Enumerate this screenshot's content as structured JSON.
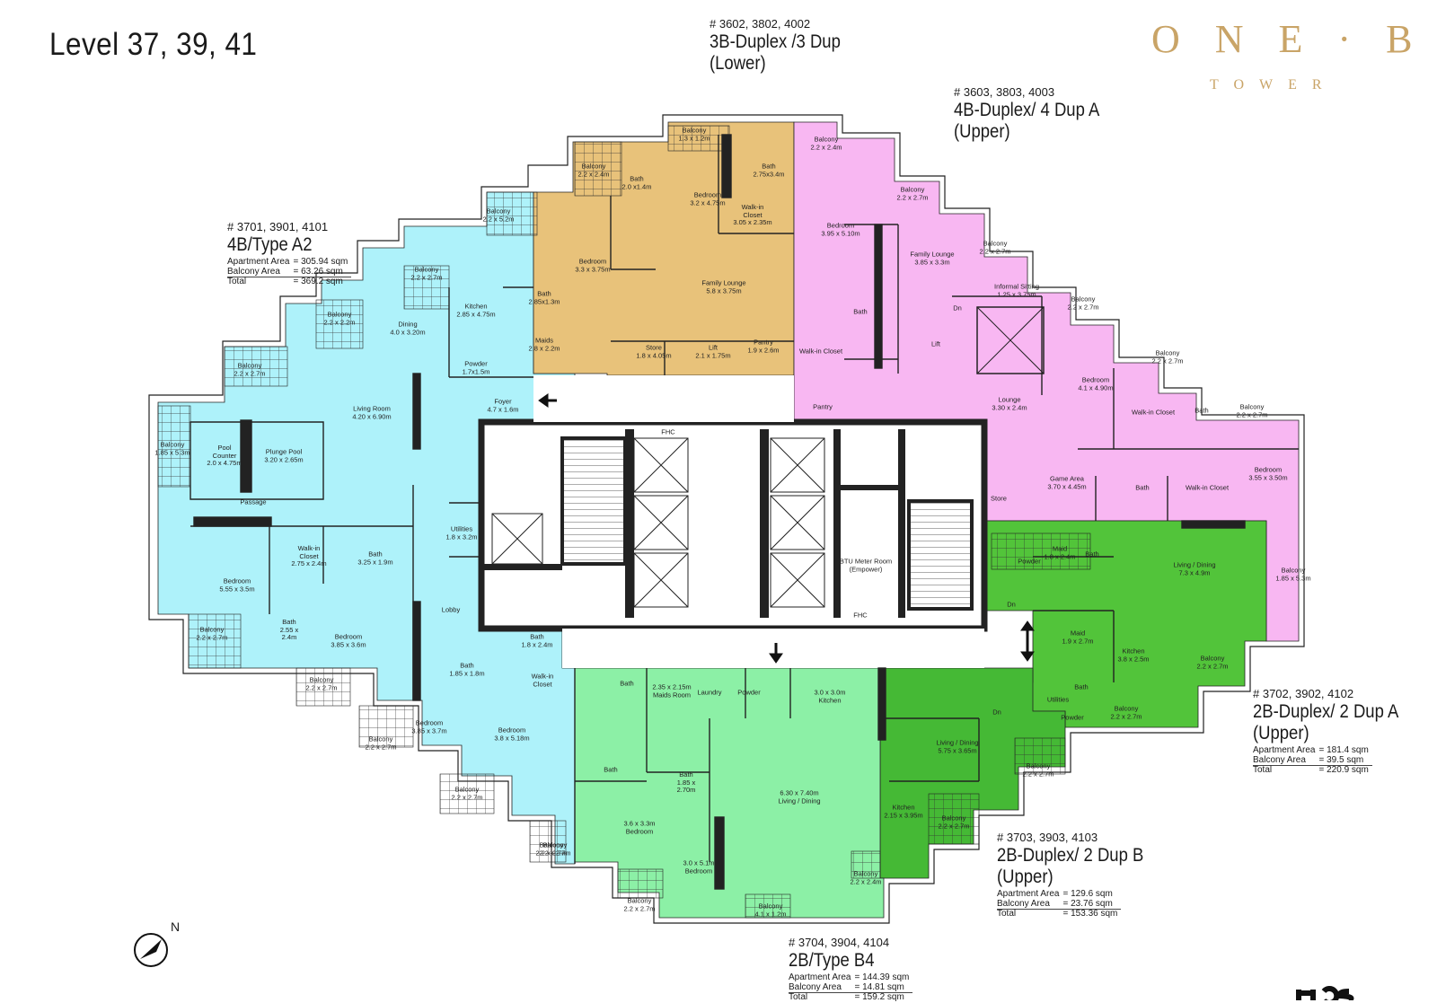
{
  "page": {
    "level_title": "Level 37, 39, 41",
    "logo": {
      "main": "O N E · B",
      "sub": "TOWER"
    },
    "compass_label": "N"
  },
  "colors": {
    "unit_2b_type_b4": "#8cf0a6",
    "unit_4b_type_a2": "#aef2fa",
    "unit_3b_duplex": "#e8c27a",
    "unit_4b_duplex": "#f8b7f2",
    "unit_2b_duplex_a": "#52c43a",
    "unit_2b_duplex_b": "#45b935",
    "core": "#ffffff",
    "logo": "#c9a467"
  },
  "units": [
    {
      "key": "u3b",
      "number": "# 3602, 3802, 4002",
      "type": "3B-Duplex /3 Dup",
      "subtype": "(Lower)"
    },
    {
      "key": "u4bd",
      "number": "# 3603, 3803, 4003",
      "type": "4B-Duplex/ 4 Dup A",
      "subtype": "(Upper)"
    },
    {
      "key": "u4a2",
      "number": "# 3701, 3901, 4101",
      "type": "4B/Type A2",
      "areas": [
        [
          "Apartment Area",
          "= 305.94 sqm"
        ],
        [
          "Balcony Area",
          "= 63.26 sqm"
        ],
        [
          "Total",
          "= 369.2 sqm"
        ]
      ]
    },
    {
      "key": "u2da",
      "number": "# 3702, 3902, 4102",
      "type": "2B-Duplex/ 2 Dup A",
      "subtype": "(Upper)",
      "areas": [
        [
          "Apartment Area",
          "= 181.4 sqm"
        ],
        [
          "Balcony Area",
          "= 39.5 sqm"
        ],
        [
          "Total",
          "= 220.9 sqm"
        ]
      ]
    },
    {
      "key": "u2db",
      "number": "# 3703, 3903, 4103",
      "type": "2B-Duplex/ 2 Dup B",
      "subtype": "(Upper)",
      "areas": [
        [
          "Apartment Area",
          "= 129.6 sqm"
        ],
        [
          "Balcony Area",
          "= 23.76 sqm"
        ],
        [
          "Total",
          "= 153.36 sqm"
        ]
      ]
    },
    {
      "key": "u2b4",
      "number": "# 3704, 3904, 4104",
      "type": "2B/Type B4",
      "areas": [
        [
          "Apartment Area",
          "= 144.39 sqm"
        ],
        [
          "Balcony Area",
          "= 14.81 sqm"
        ],
        [
          "Total",
          "= 159.2 sqm"
        ]
      ]
    }
  ],
  "rooms": {
    "a2_balcony_top": [
      "Balcony",
      "2.2 x 5.2m"
    ],
    "a2_balcony_2": [
      "Balcony",
      "2.2 x 2.2m"
    ],
    "a2_balcony_3": [
      "Balcony",
      "2.2 x 2.7m"
    ],
    "a2_balcony_4": [
      "Balcony",
      "2.2 x 2.7m"
    ],
    "a2_balcony_left": [
      "Balcony",
      "1.85 x 5.3m"
    ],
    "a2_kitchen": [
      "Kitchen",
      "2.85 x 4.75m"
    ],
    "a2_bath_1": [
      "Bath",
      "2.85x1.3m"
    ],
    "a2_maids": [
      "Maids",
      "2.8 x 2.2m"
    ],
    "a2_powder": [
      "Powder",
      "1.7x1.5m"
    ],
    "a2_dining": [
      "Dining",
      "4.0 x 3.20m"
    ],
    "a2_living": [
      "Living Room",
      "4.20 x 6.90m"
    ],
    "a2_foyer": [
      "Foyer",
      "4.7 x 1.6m"
    ],
    "a2_pool_counter": [
      "Pool",
      "Counter",
      "2.0 x 4.75m"
    ],
    "a2_plunge_pool": [
      "Plunge Pool",
      "3.20 x 2.65m"
    ],
    "a2_passage": [
      "Passage"
    ],
    "a2_utilities": [
      "Utilities",
      "1.8 x 3.2m"
    ],
    "a2_walkin_1": [
      "Walk-in",
      "Closet",
      "2.75 x 2.4m"
    ],
    "a2_bath_2": [
      "Bath",
      "3.25 x 1.9m"
    ],
    "a2_bedroom_1": [
      "Bedroom",
      "5.55 x 3.5m"
    ],
    "a2_lobby": [
      "Lobby"
    ],
    "a2_balcony_5": [
      "Balcony",
      "2.2 x 2.7m"
    ],
    "a2_bath_3": [
      "Bath",
      "2.55 x",
      "2.4m"
    ],
    "a2_bedroom_2": [
      "Bedroom",
      "3.85 x 3.6m"
    ],
    "a2_balcony_6": [
      "Balcony",
      "2.2 x 2.7m"
    ],
    "a2_bath_4": [
      "Bath",
      "1.85 x 1.8m"
    ],
    "a2_bath_5": [
      "Bath",
      "1.8 x 2.4m"
    ],
    "a2_walkin_2": [
      "Walk-in",
      "Closet"
    ],
    "a2_bedroom_3": [
      "Bedroom",
      "3.85 x 3.7m"
    ],
    "a2_bedroom_4": [
      "Bedroom",
      "3.8 x 5.18m"
    ],
    "a2_balcony_7": [
      "Balcony",
      "2.2 x 2.7m"
    ],
    "a2_balcony_8": [
      "Balcony",
      "2.2 x 2.7m"
    ],
    "a2_balcony_9": [
      "Balcony",
      "2.2 x 2.7m"
    ],
    "d3_balcony_1": [
      "Balcony",
      "1.3 x 1.2m"
    ],
    "d3_balcony_2": [
      "Balcony",
      "2.2 x 2.4m"
    ],
    "d3_bath_1": [
      "Bath",
      "2.0 x1.4m"
    ],
    "d3_bedroom_1": [
      "Bedroom",
      "3.2 x 4.75m"
    ],
    "d3_bath_2": [
      "Bath",
      "2.75x3.4m"
    ],
    "d3_walkin": [
      "Walk-in",
      "Closet",
      "3.05 x 2.35m"
    ],
    "d3_bedroom_2": [
      "Bedroom",
      "3.3 x 3.75m"
    ],
    "d3_family": [
      "Family Lounge",
      "5.8 x 3.75m"
    ],
    "d3_store": [
      "Store",
      "1.8 x 4.05m"
    ],
    "d3_lift": [
      "Lift",
      "2.1 x 1.75m"
    ],
    "d3_pantry": [
      "Pantry",
      "1.9 x 2.6m"
    ],
    "d4_balcony_1": [
      "Balcony",
      "2.2 x 2.4m"
    ],
    "d4_balcony_2": [
      "Balcony",
      "2.2 x 2.7m"
    ],
    "d4_balcony_3": [
      "Balcony",
      "2.2 x 2.7m"
    ],
    "d4_balcony_4": [
      "Balcony",
      "2.2 x 2.7m"
    ],
    "d4_balcony_5": [
      "Balcony",
      "2.2 x 2.7m"
    ],
    "d4_balcony_6": [
      "Balcony",
      "2.2 x 2.7m"
    ],
    "d4_balcony_7": [
      "Balcony",
      "1.85 x 5.3m"
    ],
    "d4_bedroom_1": [
      "Bedroom",
      "3.95 x 5.10m"
    ],
    "d4_family": [
      "Family Lounge",
      "3.85 x 3.3m"
    ],
    "d4_informal": [
      "Informal Sitting",
      "1.25 x 3.75m"
    ],
    "d4_bath_1": [
      "Bath"
    ],
    "d4_lift": [
      "Lift"
    ],
    "d4_dn": [
      "Dn"
    ],
    "d4_walkin_1": [
      "Walk-in Closet"
    ],
    "d4_bedroom_2": [
      "Bedroom",
      "4.1 x 4.90m"
    ],
    "d4_pantry": [
      "Pantry"
    ],
    "d4_lounge": [
      "Lounge",
      "3.30 x 2.4m"
    ],
    "d4_walkin_2": [
      "Walk-in Closet"
    ],
    "d4_bath_2": [
      "Bath"
    ],
    "d4_game": [
      "Game Area",
      "3.70 x 4.45m"
    ],
    "d4_store": [
      "Store"
    ],
    "d4_bath_3": [
      "Bath"
    ],
    "d4_walkin_3": [
      "Walk-in Closet"
    ],
    "d4_bedroom_3": [
      "Bedroom",
      "3.55 x 3.50m"
    ],
    "da_maid": [
      "Maid",
      "1.8 x 2.4m"
    ],
    "da_bath": [
      "Bath"
    ],
    "da_powder": [
      "Powder"
    ],
    "da_dn": [
      "Dn"
    ],
    "da_living": [
      "Living / Dining",
      "7.3 x 4.9m"
    ],
    "da_kitchen": [
      "Kitchen",
      "3.8 x 2.5m"
    ],
    "da_balcony": [
      "Balcony",
      "2.2 x 2.7m"
    ],
    "db_maid": [
      "Maid",
      "1.9 x 2.7m"
    ],
    "db_bath": [
      "Bath"
    ],
    "db_utilities": [
      "Utilities"
    ],
    "db_powder": [
      "Powder"
    ],
    "db_balcony_1": [
      "Balcony",
      "2.2 x 2.7m"
    ],
    "db_dn": [
      "Dn"
    ],
    "db_living": [
      "Living / Dining",
      "5.75 x 3.65m"
    ],
    "db_balcony_2": [
      "Balcony",
      "2.2 x 2.7m"
    ],
    "db_kitchen": [
      "Kitchen",
      "2.15 x 3.95m"
    ],
    "db_balcony_3": [
      "Balcony",
      "2.2 x 2.7m"
    ],
    "b4_bath_1": [
      "Bath"
    ],
    "b4_maids": [
      "2.35 x 2.15m",
      "Maids Room"
    ],
    "b4_laundry": [
      "Laundry"
    ],
    "b4_powder": [
      "Powder"
    ],
    "b4_kitchen": [
      "3.0 x 3.0m",
      "Kitchen"
    ],
    "b4_bath_2": [
      "Bath"
    ],
    "b4_bath_3": [
      "Bath",
      "1.85 x",
      "2.70m"
    ],
    "b4_living": [
      "6.30 x 7.40m",
      "Living / Dining"
    ],
    "b4_bedroom_1": [
      "3.6 x 3.3m",
      "Bedroom"
    ],
    "b4_bedroom_2": [
      "3.0 x 5.1m",
      "Bedroom"
    ],
    "b4_balcony_1": [
      "Balcony",
      "2.2 x 2.7m"
    ],
    "b4_balcony_2": [
      "Balcony",
      "2.2 x 2.7m"
    ],
    "b4_balcony_3": [
      "Balcony",
      "4.1 x 1.2m"
    ],
    "b4_balcony_4": [
      "Balcony",
      "2.2 x 2.4m"
    ],
    "core_fhc_1": [
      "FHC"
    ],
    "core_fhc_2": [
      "FHC"
    ],
    "core_btu": [
      "BTU Meter Room",
      "(Empower)"
    ]
  }
}
